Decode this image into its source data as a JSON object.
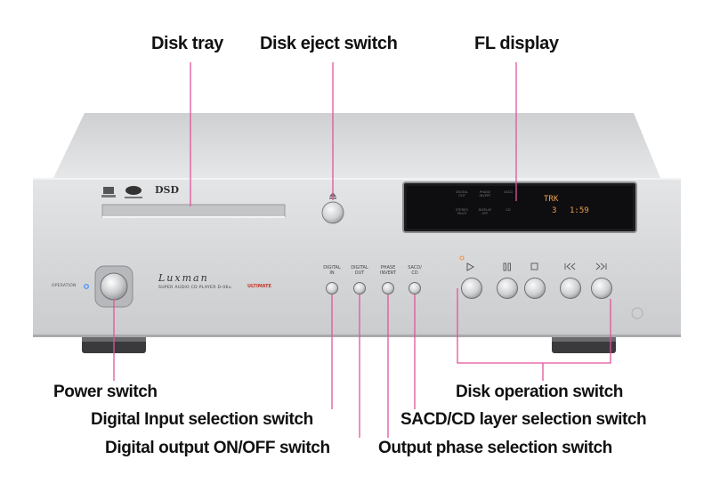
{
  "callouts": {
    "disk_tray": "Disk tray",
    "disk_eject_switch": "Disk eject switch",
    "fl_display": "FL display",
    "power_switch": "Power switch",
    "disk_operation_switch": "Disk operation switch",
    "digital_input_selection_switch": "Digital Input selection switch",
    "sacd_cd_layer_selection_switch": "SACD/CD layer selection switch",
    "digital_output_switch": "Digital output ON/OFF switch",
    "output_phase_selection_switch": "Output phase selection switch"
  },
  "panel": {
    "operation_label": "OPERATION",
    "brand": "Luxman",
    "model": "SUPER AUDIO CD PLAYER D-06u",
    "edition": "ULTIMATE",
    "dsd_logo": "DSD",
    "buttons": [
      {
        "line1": "DIGITAL",
        "line2": "IN"
      },
      {
        "line1": "DIGITAL",
        "line2": "OUT"
      },
      {
        "line1": "PHASE",
        "line2": "INVERT"
      },
      {
        "line1": "SACD/",
        "line2": "CD"
      }
    ],
    "display": {
      "indicators": [
        {
          "line1": "DIGITAL",
          "line2": "OUT"
        },
        {
          "line1": "PHASE",
          "line2": "INVERT"
        },
        {
          "line1": "SACD",
          "line2": ""
        },
        {
          "line1": "STEREO",
          "line2": "MULTI"
        },
        {
          "line1": "DISPLAY",
          "line2": "OFF"
        },
        {
          "line1": "CD",
          "line2": ""
        }
      ],
      "trk_label": "TRK",
      "track_number": "3",
      "time": "1:59"
    },
    "transport_icons": [
      "play-icon",
      "pause-icon",
      "stop-icon",
      "previous-icon",
      "next-icon"
    ]
  },
  "colors": {
    "callout_line": "#e0559c",
    "panel_face": "#d9dadc",
    "display_text": "#f0a050",
    "indicator_led": "#3a8cff"
  }
}
